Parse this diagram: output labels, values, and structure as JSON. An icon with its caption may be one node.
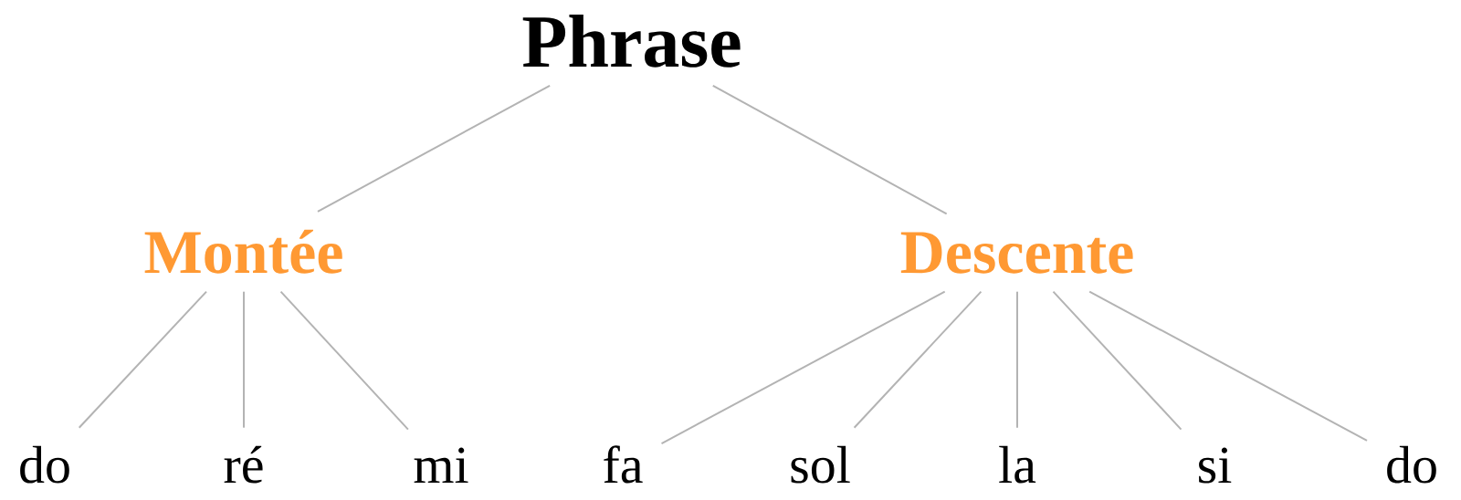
{
  "diagram": {
    "nodes": [
      {
        "text": [
          "Phrase"
        ]
      },
      {
        "text": [
          "Montée"
        ]
      },
      {
        "text": [
          "Descente"
        ]
      },
      {
        "text": [
          "do"
        ]
      },
      {
        "text": [
          "ré"
        ]
      },
      {
        "text": [
          "mi"
        ]
      },
      {
        "text": [
          "fa"
        ]
      },
      {
        "text": [
          "sol"
        ]
      },
      {
        "text": [
          "la"
        ]
      },
      {
        "text": [
          "si"
        ]
      },
      {
        "text": [
          "do"
        ]
      }
    ],
    "edges": [
      {
        "from": 0,
        "to": 1,
        "arrow": "none"
      },
      {
        "from": 0,
        "to": 2,
        "arrow": "none"
      },
      {
        "from": 1,
        "to": 3,
        "arrow": "none"
      },
      {
        "from": 1,
        "to": 4,
        "arrow": "none"
      },
      {
        "from": 1,
        "to": 5,
        "arrow": "none"
      },
      {
        "from": 2,
        "to": 6,
        "arrow": "none"
      },
      {
        "from": 2,
        "to": 7,
        "arrow": "none"
      },
      {
        "from": 2,
        "to": 8,
        "arrow": "none"
      },
      {
        "from": 2,
        "to": 9,
        "arrow": "none"
      },
      {
        "from": 2,
        "to": 10,
        "arrow": "none"
      }
    ]
  }
}
